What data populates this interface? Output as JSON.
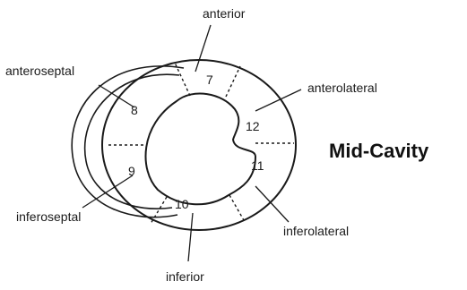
{
  "title": "Mid-Cavity",
  "segments": {
    "s7": "7",
    "s8": "8",
    "s9": "9",
    "s10": "10",
    "s11": "11",
    "s12": "12"
  },
  "labels": {
    "anterior": "anterior",
    "anteroseptal": "anteroseptal",
    "anterolateral": "anterolateral",
    "inferoseptal": "inferoseptal",
    "inferolateral": "inferolateral",
    "inferior": "inferior"
  }
}
